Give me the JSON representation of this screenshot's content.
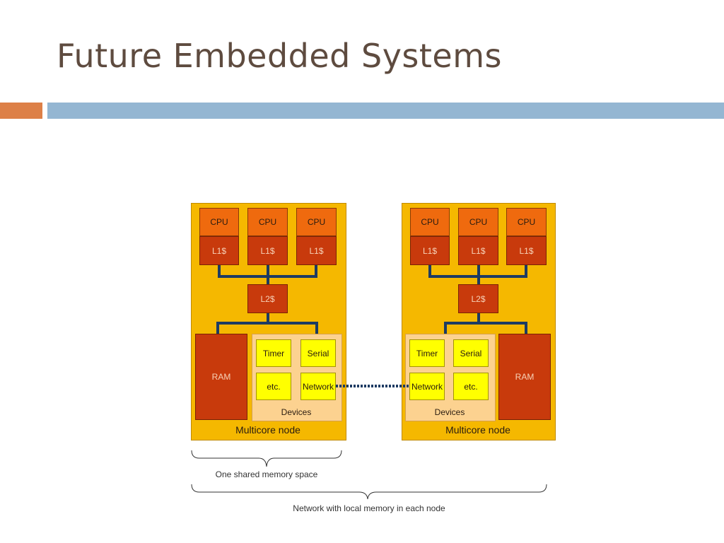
{
  "title": "Future Embedded Systems",
  "diagram": {
    "left_node": {
      "cpus": [
        {
          "cpu": "CPU",
          "cache": "L1$"
        },
        {
          "cpu": "CPU",
          "cache": "L1$"
        },
        {
          "cpu": "CPU",
          "cache": "L1$"
        }
      ],
      "l2": "L2$",
      "ram": "RAM",
      "devices": {
        "timer": "Timer",
        "serial": "Serial",
        "etc": "etc.",
        "network": "Network",
        "label": "Devices"
      },
      "label": "Multicore node"
    },
    "right_node": {
      "cpus": [
        {
          "cpu": "CPU",
          "cache": "L1$"
        },
        {
          "cpu": "CPU",
          "cache": "L1$"
        },
        {
          "cpu": "CPU",
          "cache": "L1$"
        }
      ],
      "l2": "L2$",
      "ram": "RAM",
      "devices": {
        "timer": "Timer",
        "serial": "Serial",
        "etc": "etc.",
        "network": "Network",
        "label": "Devices"
      },
      "label": "Multicore node"
    },
    "brace_shared_caption": "One shared memory space",
    "brace_network_caption": "Network with local memory in each node",
    "colors": {
      "node": "#f5b800",
      "cpu": "#ef6a0e",
      "cache": "#c83a0c",
      "device": "#ffff00",
      "bus": "#1d3b63"
    }
  }
}
